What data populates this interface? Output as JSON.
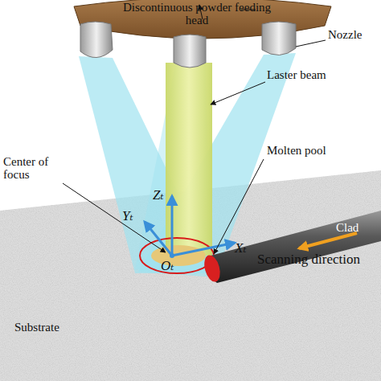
{
  "diagram": {
    "labels": [
      "Discontinuous powder feeding head",
      "Nozzle",
      "Laster beam",
      "Zₜ",
      "Yₜ",
      "Molten pool",
      "Center of focus",
      "Xₜ",
      "Clad",
      "Oₜ",
      "Scanning direction",
      "Substrate"
    ]
  }
}
